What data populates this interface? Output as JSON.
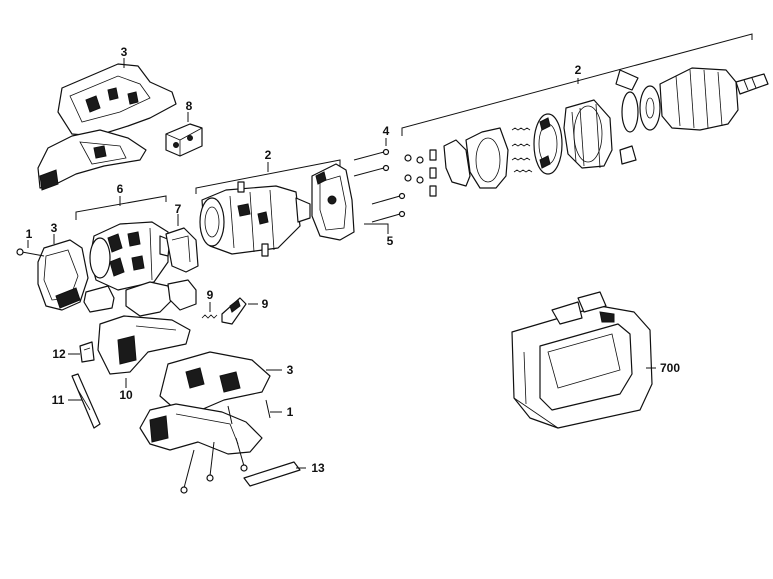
{
  "diagram": {
    "callouts": {
      "c3_top": "3",
      "c8": "8",
      "c2_mid": "2",
      "c2_top": "2",
      "c4": "4",
      "c5": "5",
      "c6": "6",
      "c7": "7",
      "c1_left": "1",
      "c3_left": "3",
      "c9_a": "9",
      "c9_b": "9",
      "c12": "12",
      "c10": "10",
      "c11": "11",
      "c3_bottom": "3",
      "c1_bottom": "1",
      "c13": "13",
      "c700": "700"
    }
  }
}
